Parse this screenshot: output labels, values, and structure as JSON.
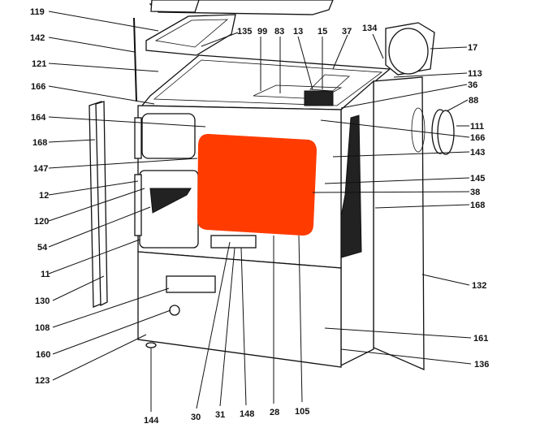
{
  "diagram": {
    "type": "exploded-parts-view",
    "highlight_color": "#FF3B00",
    "labels": {
      "l119": "119",
      "l142": "142",
      "l121": "121",
      "l166a": "166",
      "l164": "164",
      "l168a": "168",
      "l147": "147",
      "l12": "12",
      "l120": "120",
      "l54": "54",
      "l11": "11",
      "l130": "130",
      "l108": "108",
      "l160": "160",
      "l123": "123",
      "l135": "135",
      "l99": "99",
      "l83": "83",
      "l13": "13",
      "l15": "15",
      "l37": "37",
      "l134": "134",
      "l17": "17",
      "l113": "113",
      "l36": "36",
      "l88": "88",
      "l111": "111",
      "l166b": "166",
      "l143": "143",
      "l145": "145",
      "l38": "38",
      "l168b": "168",
      "l132": "132",
      "l161": "161",
      "l136": "136",
      "l144": "144",
      "l30": "30",
      "l31": "31",
      "l148": "148",
      "l28": "28",
      "l105": "105"
    }
  }
}
